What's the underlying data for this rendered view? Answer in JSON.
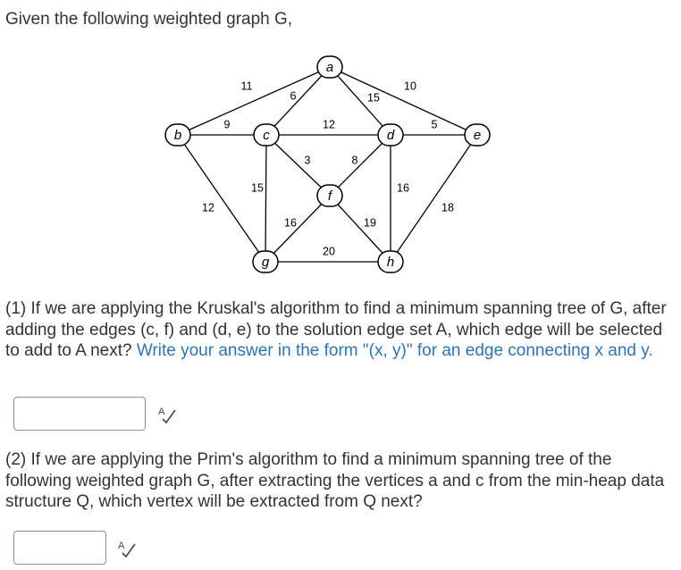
{
  "intro_text": "Given the following weighted graph G,",
  "graph": {
    "vertices": [
      {
        "id": "a",
        "label": "a"
      },
      {
        "id": "b",
        "label": "b"
      },
      {
        "id": "c",
        "label": "c"
      },
      {
        "id": "d",
        "label": "d"
      },
      {
        "id": "e",
        "label": "e"
      },
      {
        "id": "f",
        "label": "f"
      },
      {
        "id": "g",
        "label": "g"
      },
      {
        "id": "h",
        "label": "h"
      }
    ],
    "edges": [
      {
        "from": "a",
        "to": "b",
        "weight": "11"
      },
      {
        "from": "a",
        "to": "c",
        "weight": "6"
      },
      {
        "from": "a",
        "to": "d",
        "weight": "15"
      },
      {
        "from": "a",
        "to": "e",
        "weight": "10"
      },
      {
        "from": "b",
        "to": "c",
        "weight": "9"
      },
      {
        "from": "c",
        "to": "d",
        "weight": "12"
      },
      {
        "from": "d",
        "to": "e",
        "weight": "5"
      },
      {
        "from": "b",
        "to": "g",
        "weight": "12"
      },
      {
        "from": "c",
        "to": "g",
        "weight": "15"
      },
      {
        "from": "c",
        "to": "f",
        "weight": "3"
      },
      {
        "from": "d",
        "to": "f",
        "weight": "8"
      },
      {
        "from": "d",
        "to": "h",
        "weight": "16"
      },
      {
        "from": "e",
        "to": "h",
        "weight": "18"
      },
      {
        "from": "f",
        "to": "g",
        "weight": "16"
      },
      {
        "from": "f",
        "to": "h",
        "weight": "19"
      },
      {
        "from": "g",
        "to": "h",
        "weight": "20"
      }
    ]
  },
  "question1": {
    "text": "(1) If we are applying the Kruskal's algorithm to find a minimum spanning tree of G, after adding the edges (c, f) and (d, e) to the solution edge set A, which edge will be selected to add to A next? ",
    "hint": "Write your answer in the form \"(x, y)\" for an edge connecting x and y.",
    "answer_value": ""
  },
  "question2": {
    "text": "(2) If we are applying the Prim's algorithm to find a minimum spanning tree of the following weighted graph G, after extracting the vertices a and c from the min-heap data structure Q, which vertex will be extracted from Q next?",
    "answer_value": ""
  },
  "spell_check_icon": "spell-check-icon"
}
